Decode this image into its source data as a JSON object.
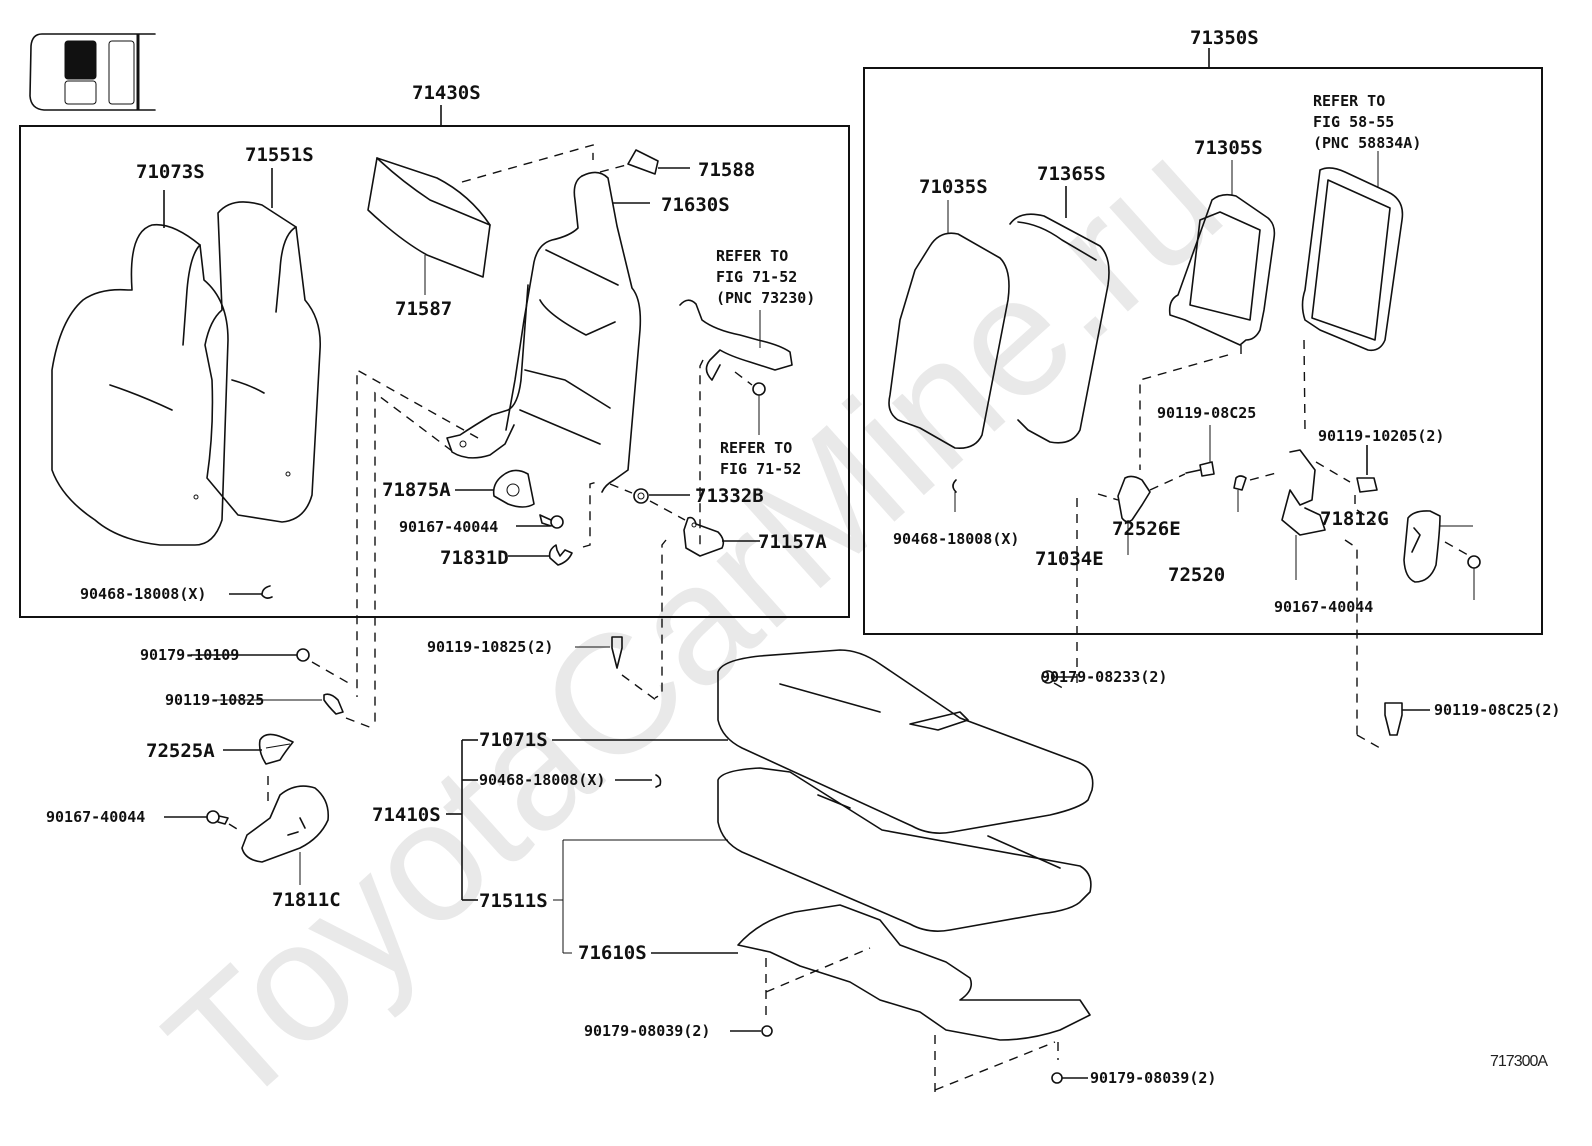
{
  "figure": {
    "id": "717300A",
    "watermark": "ToyotaCarMine.ru",
    "locator_icon": "vehicle-seat-locator-icon"
  },
  "groups": {
    "left_seatback": {
      "assembly": "71430S",
      "parts": [
        "71073S",
        "71551S",
        "71587",
        "71588",
        "71630S",
        "71875A",
        "90167-40044",
        "71831D",
        "71332B",
        "71157A",
        "90468-18008(X)"
      ],
      "notes": {
        "belt_ref": "REFER TO\nFIG 71-52\n(PNC 73230)",
        "nut_ref": "REFER TO\nFIG 71-52"
      }
    },
    "right_seatback": {
      "assembly": "71350S",
      "parts": [
        "71035S",
        "71365S",
        "71305S",
        "90119-08C25",
        "90119-10205(2)",
        "90468-18008(X)",
        "71034E",
        "72526E",
        "72520",
        "71812G",
        "90167-40044"
      ],
      "notes": {
        "board_ref": "REFER TO\nFIG 58-55\n(PNC 58834A)"
      }
    },
    "seat_cushion": {
      "assembly": "71410S",
      "parts": [
        "71071S",
        "90468-18008(X)",
        "71511S",
        "71610S"
      ]
    },
    "loose_parts": [
      "90179-10109",
      "90119-10825",
      "90119-10825(2)",
      "72525A",
      "90167-40044",
      "71811C",
      "90179-08233(2)",
      "90119-08C25(2)",
      "90179-08039(2)",
      "90179-08039(2)"
    ]
  },
  "labels": {
    "a71430S": "71430S",
    "a71073S": "71073S",
    "a71551S": "71551S",
    "a71587": "71587",
    "a71588": "71588",
    "a71630S": "71630S",
    "a71875A": "71875A",
    "a90167_40044_l": "90167-40044",
    "a71831D": "71831D",
    "a71332B": "71332B",
    "a71157A": "71157A",
    "a90468_18008_l": "90468-18008(X)",
    "a90179_10109": "90179-10109",
    "a90119_10825": "90119-10825",
    "a90119_10825_2": "90119-10825(2)",
    "a72525A": "72525A",
    "a90167_40044_ll": "90167-40044",
    "a71811C": "71811C",
    "a71410S": "71410S",
    "a71071S": "71071S",
    "a90468_18008_c": "90468-18008(X)",
    "a71511S": "71511S",
    "a71610S": "71610S",
    "a90179_08039_a": "90179-08039(2)",
    "a90179_08039_b": "90179-08039(2)",
    "a71350S": "71350S",
    "a71035S": "71035S",
    "a71365S": "71365S",
    "a71305S": "71305S",
    "a90119_08C25": "90119-08C25",
    "a90119_10205": "90119-10205(2)",
    "a90468_18008_r": "90468-18008(X)",
    "a71034E": "71034E",
    "a72526E": "72526E",
    "a72520": "72520",
    "a71812G": "71812G",
    "a90167_40044_r": "90167-40044",
    "a90179_08233": "90179-08233(2)",
    "a90119_08C25_2": "90119-08C25(2)"
  }
}
